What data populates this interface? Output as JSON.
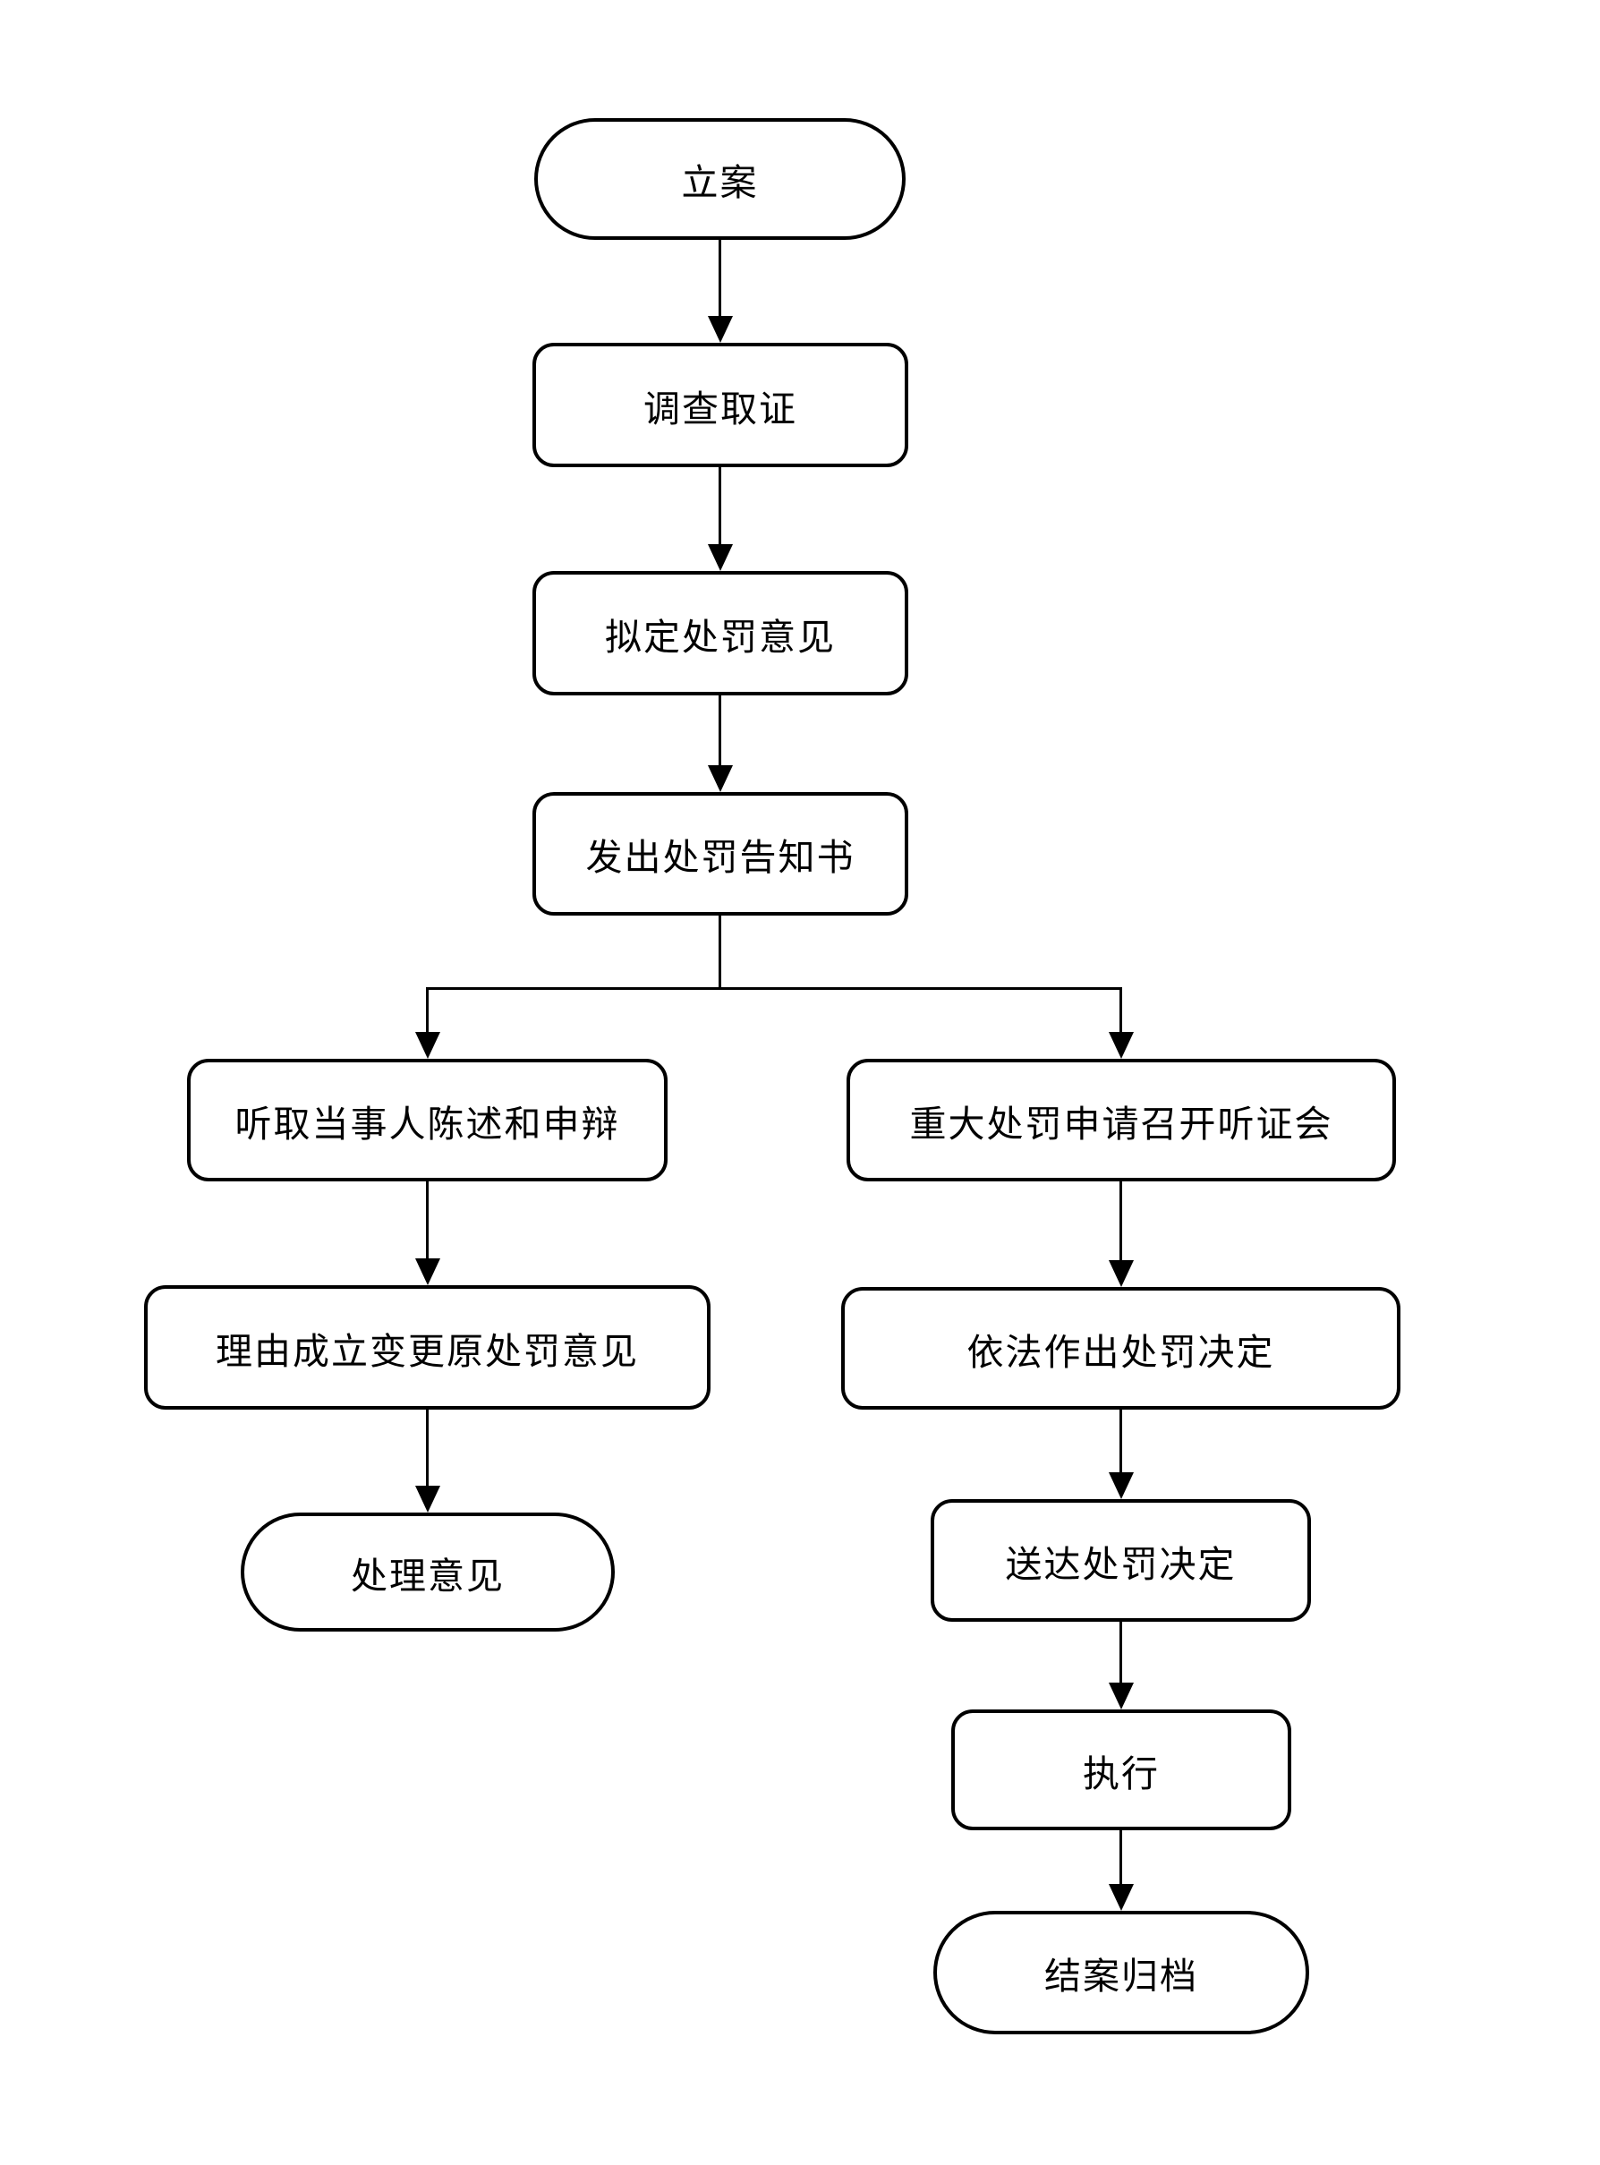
{
  "diagram": {
    "type": "flowchart",
    "background_color": "#ffffff",
    "stroke_color": "#000000",
    "nodes": [
      {
        "id": "start",
        "label": "立案",
        "shape": "terminator"
      },
      {
        "id": "investigate",
        "label": "调查取证",
        "shape": "process"
      },
      {
        "id": "draft_opinion",
        "label": "拟定处罚意见",
        "shape": "process"
      },
      {
        "id": "penalty_notice",
        "label": "发出处罚告知书",
        "shape": "process"
      },
      {
        "id": "hear_statement",
        "label": "听取当事人陈述和申辩",
        "shape": "process"
      },
      {
        "id": "hearing_request",
        "label": "重大处罚申请召开听证会",
        "shape": "process"
      },
      {
        "id": "change_opinion",
        "label": "理由成立变更原处罚意见",
        "shape": "process"
      },
      {
        "id": "penalty_decision",
        "label": "依法作出处罚决定",
        "shape": "process"
      },
      {
        "id": "handling_opinion",
        "label": "处理意见",
        "shape": "terminator"
      },
      {
        "id": "deliver_decision",
        "label": "送达处罚决定",
        "shape": "process"
      },
      {
        "id": "execute",
        "label": "执行",
        "shape": "process"
      },
      {
        "id": "close_archive",
        "label": "结案归档",
        "shape": "terminator"
      }
    ],
    "edges": [
      {
        "from": "立案",
        "to": "调查取证"
      },
      {
        "from": "调查取证",
        "to": "拟定处罚意见"
      },
      {
        "from": "拟定处罚意见",
        "to": "发出处罚告知书"
      },
      {
        "from": "发出处罚告知书",
        "to": "听取当事人陈述和申辩"
      },
      {
        "from": "发出处罚告知书",
        "to": "重大处罚申请召开听证会"
      },
      {
        "from": "听取当事人陈述和申辩",
        "to": "理由成立变更原处罚意见"
      },
      {
        "from": "理由成立变更原处罚意见",
        "to": "处理意见"
      },
      {
        "from": "重大处罚申请召开听证会",
        "to": "依法作出处罚决定"
      },
      {
        "from": "依法作出处罚决定",
        "to": "送达处罚决定"
      },
      {
        "from": "送达处罚决定",
        "to": "执行"
      },
      {
        "from": "执行",
        "to": "结案归档"
      }
    ]
  }
}
